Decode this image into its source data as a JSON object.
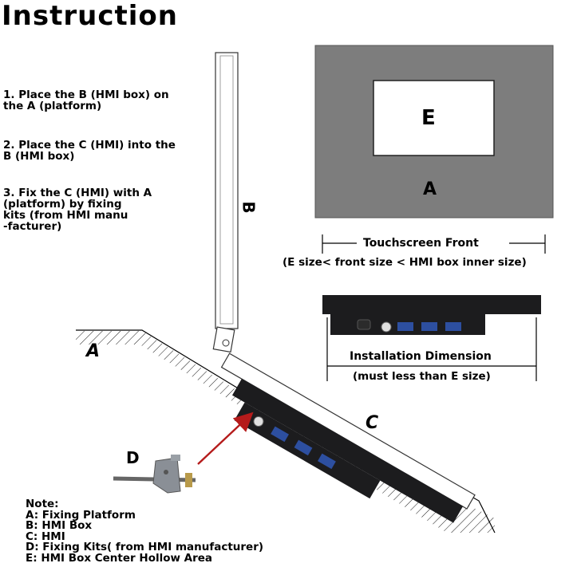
{
  "title": "Instruction",
  "steps": [
    "1. Place the B (HMI box) on\nthe A (platform)",
    "2. Place the C (HMI) into the\nB (HMI box)",
    "3. Fix the C (HMI) with A\n(platform) by fixing\nkits (from HMI manu\n-facturer)"
  ],
  "front_view": {
    "outer_label": "A",
    "inner_label": "E",
    "dimension_label": "Touchscreen Front",
    "size_rule": "(E size< front size < HMI box inner size)"
  },
  "side_view": {
    "dimension_label": "Installation Dimension",
    "dimension_note": "(must less than E size)"
  },
  "labels": {
    "platform": "A",
    "box": "B",
    "hmi": "C",
    "kit": "D"
  },
  "notes": {
    "heading": "Note:",
    "items": [
      "A: Fixing Platform",
      "B: HMI Box",
      "C: HMI",
      "D: Fixing Kits( from HMI manufacturer)",
      "E: HMI Box Center Hollow Area"
    ]
  },
  "colors": {
    "panel_gray": "#7d7d7d",
    "device_black": "#1c1c1e",
    "connector_blue": "#2d4fa0",
    "arrow_red": "#b51b1b"
  }
}
